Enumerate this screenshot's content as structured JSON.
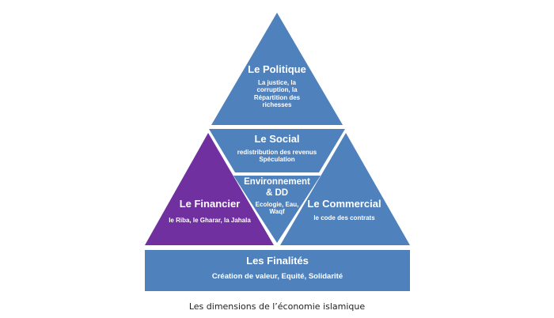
{
  "colors": {
    "blue": "#4f81bd",
    "purple": "#7030a0",
    "text": "#ffffff",
    "caption": "#222222"
  },
  "politique": {
    "title": "Le Politique",
    "lines": [
      "La justice, la",
      "corruption, la",
      "Répartition des",
      "richesses"
    ]
  },
  "social": {
    "title": "Le Social",
    "lines": [
      "redistribution des revenus",
      "Spéculation"
    ]
  },
  "environnement": {
    "title_1": "Environnement",
    "title_2": "& DD",
    "lines": [
      "Ecologie, Eau,",
      "Waqf"
    ]
  },
  "financier": {
    "title": "Le Financier",
    "lines": [
      "le Riba, le Gharar, la Jahala"
    ]
  },
  "commercial": {
    "title": "Le Commercial",
    "lines": [
      "le code des contrats"
    ]
  },
  "finalites": {
    "title": "Les Finalités",
    "lines": [
      "Création de valeur, Equité, Solidarité"
    ]
  },
  "caption": "Les dimensions de l’économie islamique"
}
